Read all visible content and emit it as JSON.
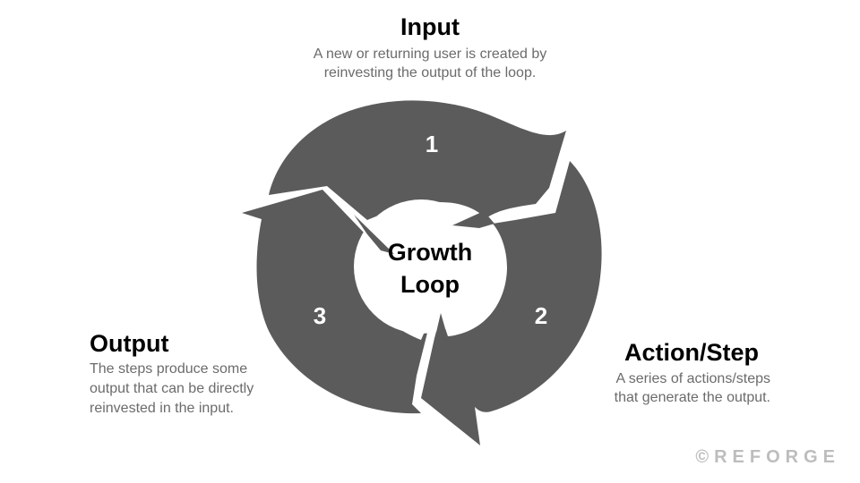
{
  "center": {
    "line1": "Growth",
    "line2": "Loop"
  },
  "steps": [
    {
      "number": "1",
      "title": "Input",
      "description": [
        "A new or returning user is created by",
        "reinvesting the output of the loop."
      ]
    },
    {
      "number": "2",
      "title": "Action/Step",
      "description": [
        "A series of actions/steps",
        "that generate the output."
      ]
    },
    {
      "number": "3",
      "title": "Output",
      "description": [
        "The steps produce some",
        "output that can be directly",
        "reinvested in the input."
      ]
    }
  ],
  "watermark": "©REFORGE",
  "colors": {
    "segment": "#5b5b5b",
    "description": "#6b6b6b",
    "watermark": "#bdbdbd"
  }
}
